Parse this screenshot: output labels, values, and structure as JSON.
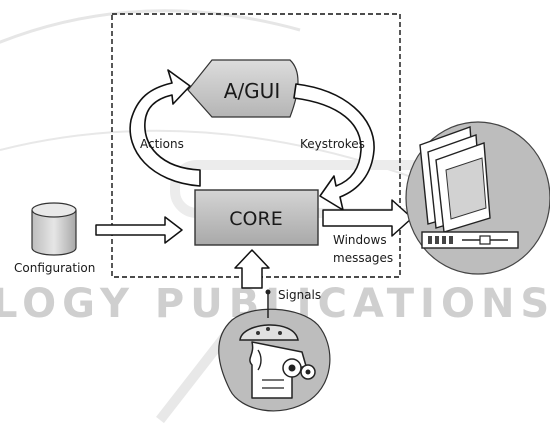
{
  "diagram": {
    "nodes": {
      "agui": "A/GUI",
      "core": "CORE",
      "configuration": "Configuration"
    },
    "edge_labels": {
      "actions": "Actions",
      "keystrokes": "Keystrokes",
      "windows_line1": "Windows",
      "windows_line2": "messages",
      "signals": "Signals"
    },
    "watermark": "LOGY PUBLICATIONS"
  },
  "colors": {
    "box_fill": "#c6c6c6",
    "stroke": "#222222",
    "watermark": "#cfcfcf"
  }
}
